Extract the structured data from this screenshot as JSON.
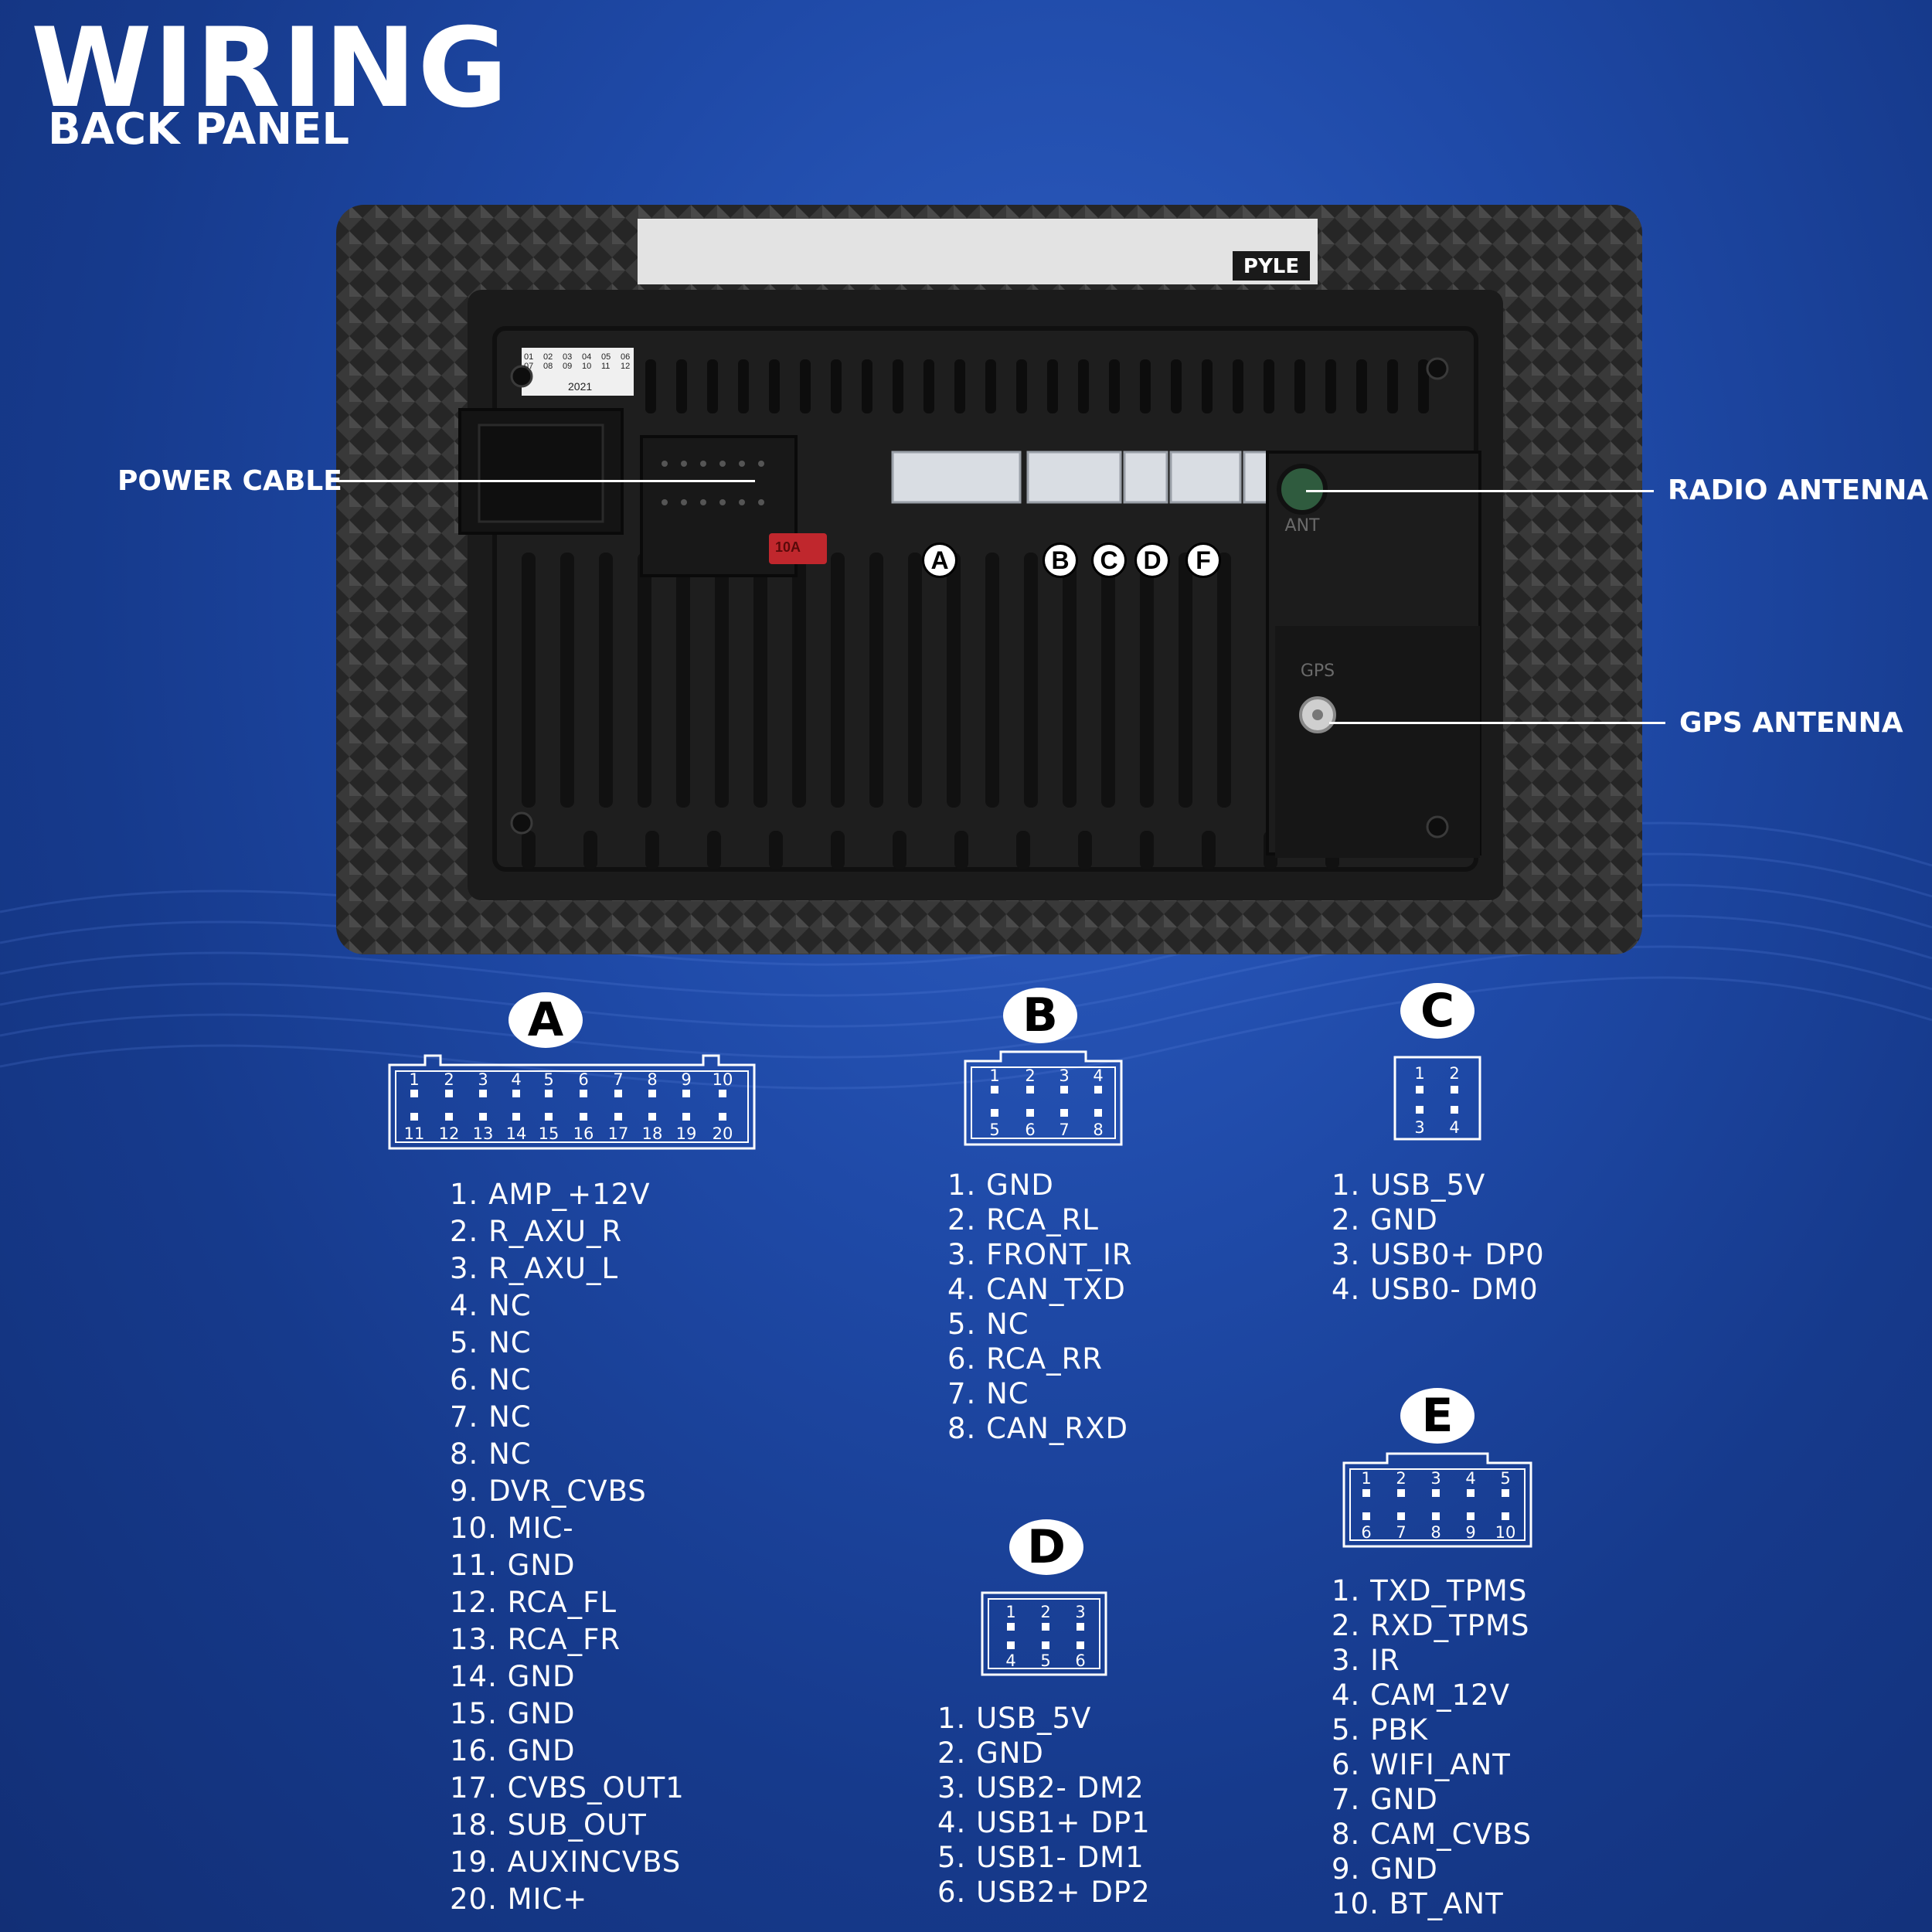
{
  "header": {
    "title": "WIRING",
    "subtitle": "BACK PANEL"
  },
  "callouts": {
    "power_cable": "POWER CABLE",
    "radio_antenna": "RADIO ANTENNA",
    "gps_antenna": "GPS ANTENNA"
  },
  "panel_labels": {
    "port_badges": [
      "A",
      "B",
      "C",
      "D",
      "F"
    ],
    "ant": "ANT",
    "gps": "GPS",
    "fuse": "10A",
    "brand": "PYLE",
    "sticker_year": "2021",
    "sticker_numbers": [
      "01",
      "02",
      "03",
      "04",
      "05",
      "06",
      "07",
      "08",
      "09",
      "10",
      "11",
      "12"
    ]
  },
  "connectors": {
    "A": {
      "label": "A",
      "top_pins": [
        "1",
        "2",
        "3",
        "4",
        "5",
        "6",
        "7",
        "8",
        "9",
        "10"
      ],
      "bottom_pins": [
        "11",
        "12",
        "13",
        "14",
        "15",
        "16",
        "17",
        "18",
        "19",
        "20"
      ],
      "pins": [
        "1. AMP_+12V",
        "2. R_AXU_R",
        "3. R_AXU_L",
        "4. NC",
        "5. NC",
        "6. NC",
        "7. NC",
        "8. NC",
        "9. DVR_CVBS",
        "10. MIC-",
        "11. GND",
        "12. RCA_FL",
        "13. RCA_FR",
        "14. GND",
        "15. GND",
        "16. GND",
        "17. CVBS_OUT1",
        "18. SUB_OUT",
        "19. AUXINCVBS",
        "20. MIC+"
      ]
    },
    "B": {
      "label": "B",
      "top_pins": [
        "1",
        "2",
        "3",
        "4"
      ],
      "bottom_pins": [
        "5",
        "6",
        "7",
        "8"
      ],
      "pins": [
        "1. GND",
        "2. RCA_RL",
        "3. FRONT_IR",
        "4. CAN_TXD",
        "5. NC",
        "6. RCA_RR",
        "7. NC",
        "8. CAN_RXD"
      ]
    },
    "C": {
      "label": "C",
      "top_pins": [
        "1",
        "2"
      ],
      "bottom_pins": [
        "3",
        "4"
      ],
      "pins": [
        "1. USB_5V",
        "2. GND",
        "3. USB0+ DP0",
        "4. USB0- DM0"
      ]
    },
    "D": {
      "label": "D",
      "top_pins": [
        "1",
        "2",
        "3"
      ],
      "bottom_pins": [
        "4",
        "5",
        "6"
      ],
      "pins": [
        "1. USB_5V",
        "2. GND",
        "3. USB2- DM2",
        "4. USB1+ DP1",
        "5. USB1- DM1",
        "6. USB2+ DP2"
      ]
    },
    "E": {
      "label": "E",
      "top_pins": [
        "1",
        "2",
        "3",
        "4",
        "5"
      ],
      "bottom_pins": [
        "6",
        "7",
        "8",
        "9",
        "10"
      ],
      "pins": [
        "1. TXD_TPMS",
        "2. RXD_TPMS",
        "3. IR",
        "4. CAM_12V",
        "5. PBK",
        "6. WIFI_ANT",
        "7. GND",
        "8. CAM_CVBS",
        "9. GND",
        "10. BT_ANT"
      ]
    }
  }
}
